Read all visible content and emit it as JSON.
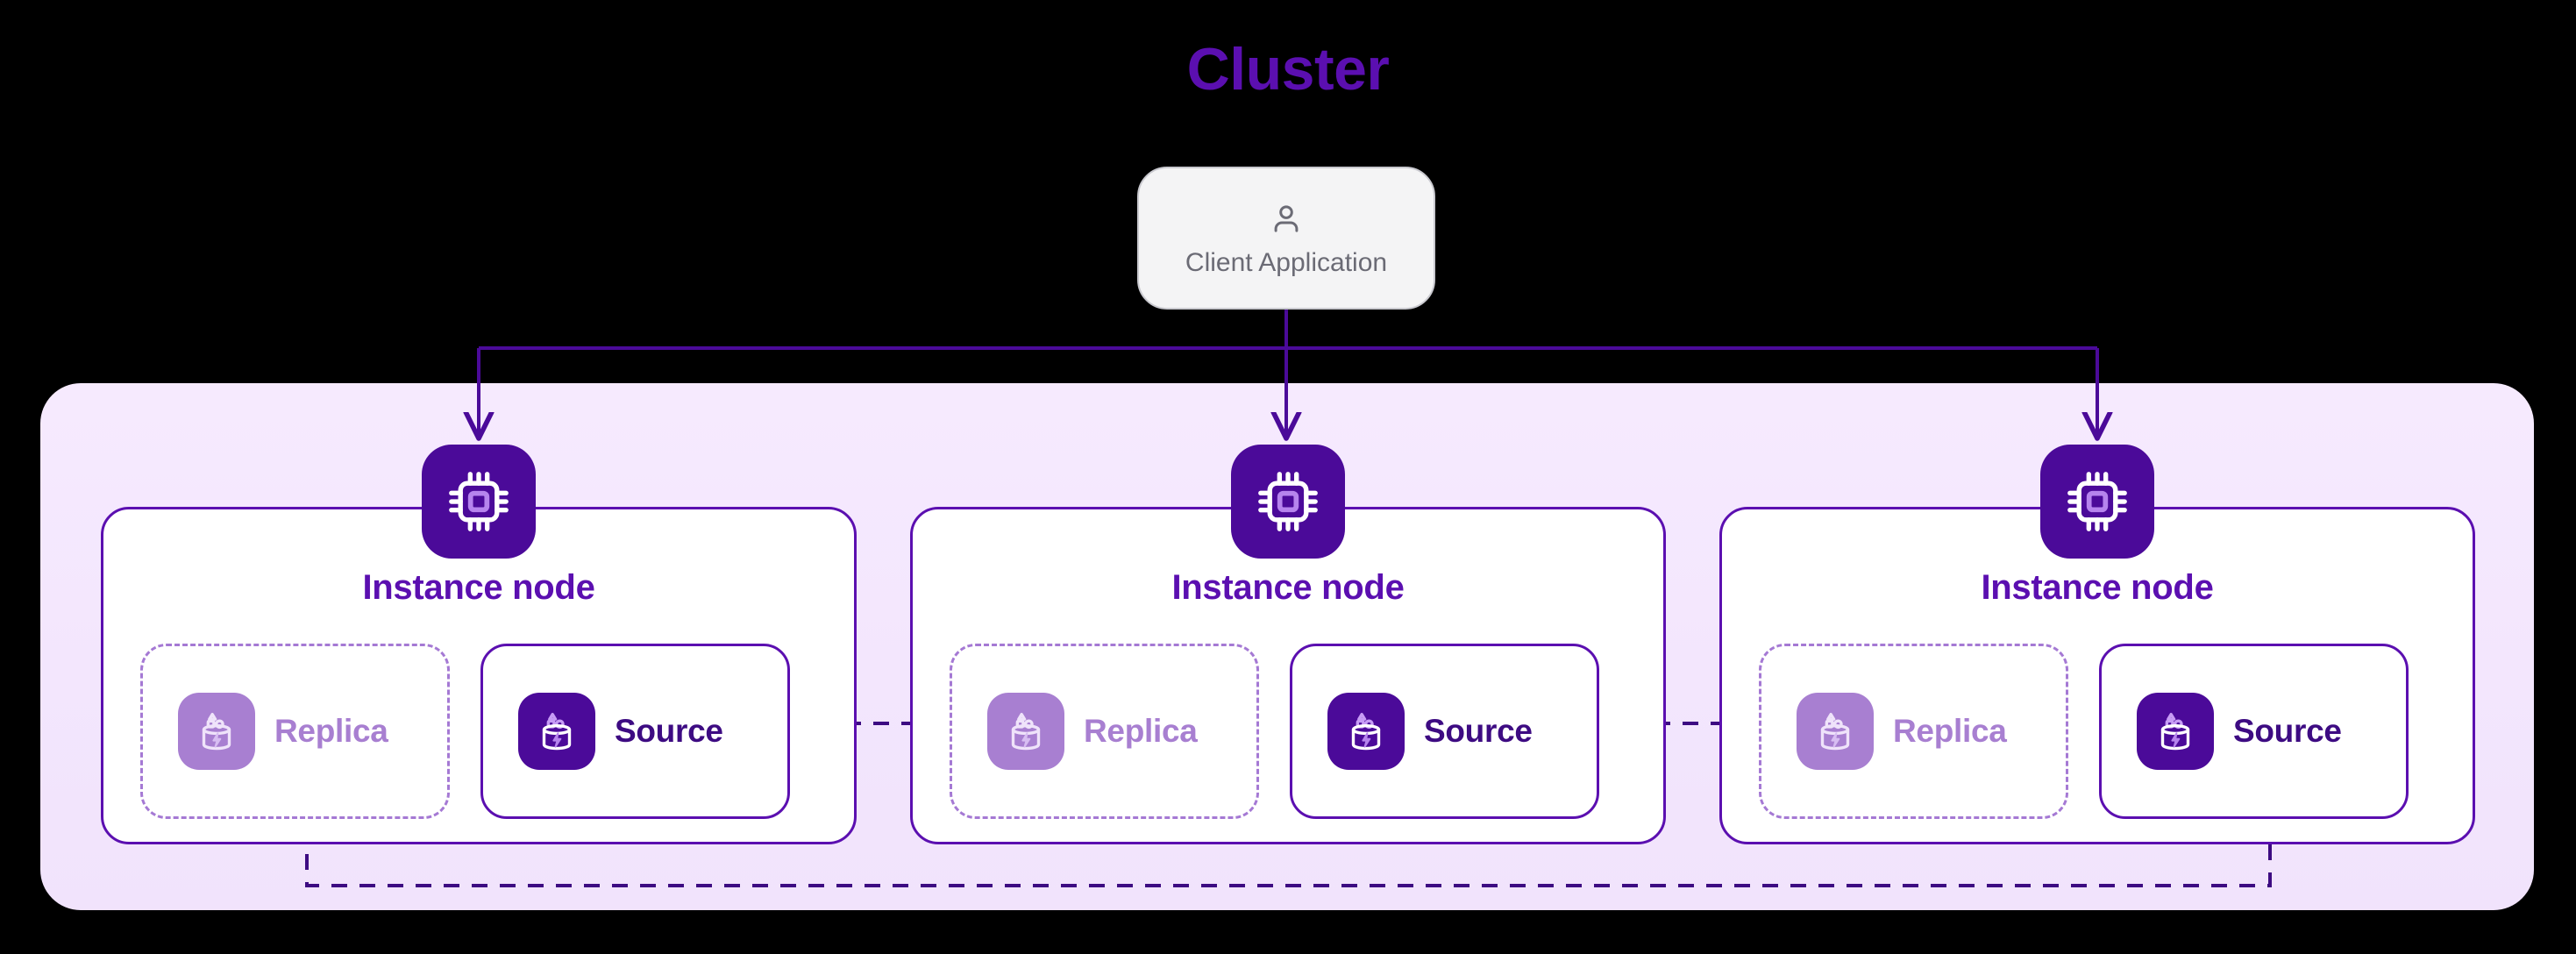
{
  "diagram": {
    "title": "Cluster",
    "title_color": "#5B0FB0",
    "container_bg": "#F4E8FD",
    "canvas_bg": "#000000"
  },
  "client": {
    "label": "Client Application",
    "icon": "user-icon",
    "bg_color": "#F4F4F5",
    "text_color": "#6B6B75"
  },
  "nodes": [
    {
      "title": "Instance node",
      "icon": "cpu-chip-icon",
      "replica": {
        "label": "Replica",
        "icon": "database-replica-icon",
        "color": "#A87FD1",
        "style": "dashed"
      },
      "source": {
        "label": "Source",
        "icon": "database-source-icon",
        "color": "#4B0A99",
        "style": "solid"
      }
    },
    {
      "title": "Instance node",
      "icon": "cpu-chip-icon",
      "replica": {
        "label": "Replica",
        "icon": "database-replica-icon",
        "color": "#A87FD1",
        "style": "dashed"
      },
      "source": {
        "label": "Source",
        "icon": "database-source-icon",
        "color": "#4B0A99",
        "style": "solid"
      }
    },
    {
      "title": "Instance node",
      "icon": "cpu-chip-icon",
      "replica": {
        "label": "Replica",
        "icon": "database-replica-icon",
        "color": "#A87FD1",
        "style": "dashed"
      },
      "source": {
        "label": "Source",
        "icon": "database-source-icon",
        "color": "#4B0A99",
        "style": "solid"
      }
    }
  ],
  "connections": {
    "client_fanout": {
      "style": "solid",
      "color": "#5B0FB0",
      "arrow": true
    },
    "replication": {
      "style": "dashed",
      "color": "#3D0B82",
      "arrow": true
    },
    "loopback": {
      "style": "dashed",
      "color": "#3D0B82",
      "arrow": true
    }
  }
}
